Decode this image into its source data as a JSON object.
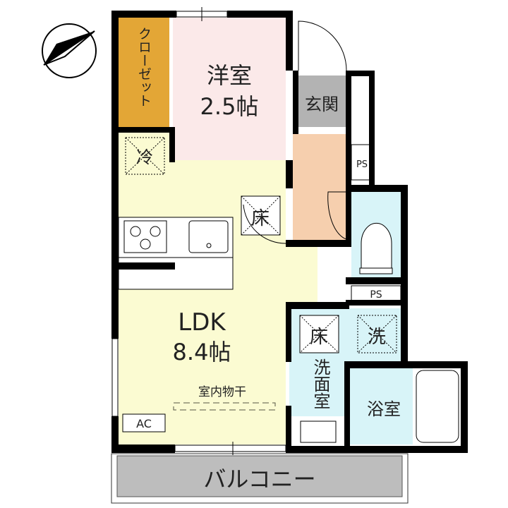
{
  "plan": {
    "rooms": {
      "closet": "クローゼット",
      "western_room": "洋室",
      "western_room_size": "2.5帖",
      "entrance": "玄関",
      "ldk": "LDK",
      "ldk_size": "8.4帖",
      "washroom": "洗面室",
      "bathroom": "浴室",
      "balcony": "バルコニー"
    },
    "marks": {
      "fridge": "冷",
      "floor_storage_1": "床",
      "floor_storage_2": "床",
      "washer": "洗",
      "ps_top": "PS",
      "ps_bottom": "PS",
      "ac": "AC",
      "indoor_drying": "室内物干"
    },
    "compass_icon": "north-arrow-icon",
    "colors": {
      "closet": "#e3a636",
      "western_room": "#fbe9e9",
      "entrance": "#b3b3b3",
      "hallway": "#f6cfae",
      "ldk": "#fbfbd2",
      "wet_area": "#d8f4f8",
      "balcony": "#bdbdbd",
      "wall": "#000000"
    }
  }
}
